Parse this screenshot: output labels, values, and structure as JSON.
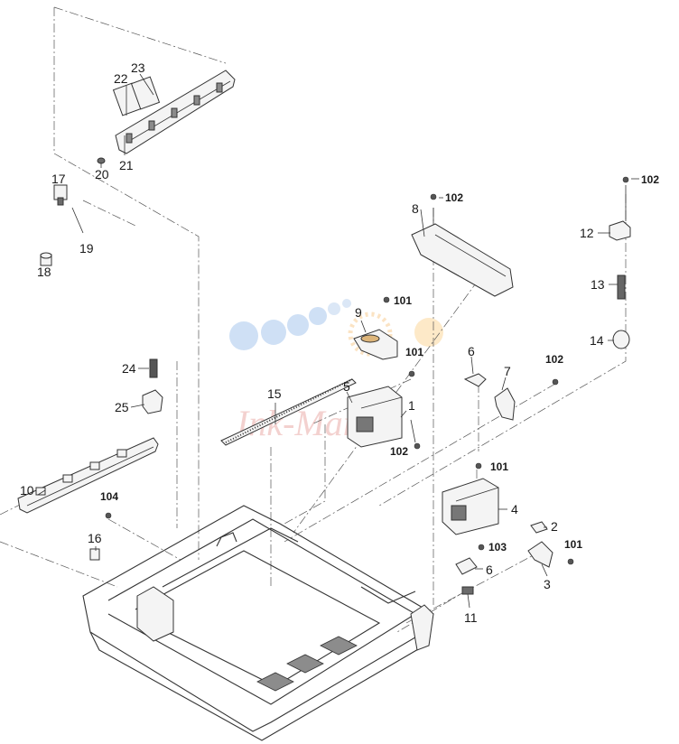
{
  "watermark": {
    "text": "Ink-Market"
  },
  "labels": [
    {
      "id": "l1",
      "text": "1",
      "bold": false
    },
    {
      "id": "l2",
      "text": "2",
      "bold": false
    },
    {
      "id": "l3",
      "text": "3",
      "bold": false
    },
    {
      "id": "l4",
      "text": "4",
      "bold": false
    },
    {
      "id": "l5",
      "text": "5",
      "bold": false
    },
    {
      "id": "l6a",
      "text": "6",
      "bold": false
    },
    {
      "id": "l6b",
      "text": "6",
      "bold": false
    },
    {
      "id": "l7",
      "text": "7",
      "bold": false
    },
    {
      "id": "l8",
      "text": "8",
      "bold": false
    },
    {
      "id": "l9",
      "text": "9",
      "bold": false
    },
    {
      "id": "l10",
      "text": "10",
      "bold": false
    },
    {
      "id": "l11",
      "text": "11",
      "bold": false
    },
    {
      "id": "l12",
      "text": "12",
      "bold": false
    },
    {
      "id": "l13",
      "text": "13",
      "bold": false
    },
    {
      "id": "l14",
      "text": "14",
      "bold": false
    },
    {
      "id": "l15",
      "text": "15",
      "bold": false
    },
    {
      "id": "l16",
      "text": "16",
      "bold": false
    },
    {
      "id": "l17",
      "text": "17",
      "bold": false
    },
    {
      "id": "l18",
      "text": "18",
      "bold": false
    },
    {
      "id": "l19",
      "text": "19",
      "bold": false
    },
    {
      "id": "l20",
      "text": "20",
      "bold": false
    },
    {
      "id": "l21",
      "text": "21",
      "bold": false
    },
    {
      "id": "l22",
      "text": "22",
      "bold": false
    },
    {
      "id": "l23",
      "text": "23",
      "bold": false
    },
    {
      "id": "l24",
      "text": "24",
      "bold": false
    },
    {
      "id": "l25",
      "text": "25",
      "bold": false
    },
    {
      "id": "b101a",
      "text": "101",
      "bold": true
    },
    {
      "id": "b101b",
      "text": "101",
      "bold": true
    },
    {
      "id": "b101c",
      "text": "101",
      "bold": true
    },
    {
      "id": "b101d",
      "text": "101",
      "bold": true
    },
    {
      "id": "b102a",
      "text": "102",
      "bold": true
    },
    {
      "id": "b102b",
      "text": "102",
      "bold": true
    },
    {
      "id": "b102c",
      "text": "102",
      "bold": true
    },
    {
      "id": "b102d",
      "text": "102",
      "bold": true
    },
    {
      "id": "b103",
      "text": "103",
      "bold": true
    },
    {
      "id": "b104",
      "text": "104",
      "bold": true
    }
  ]
}
